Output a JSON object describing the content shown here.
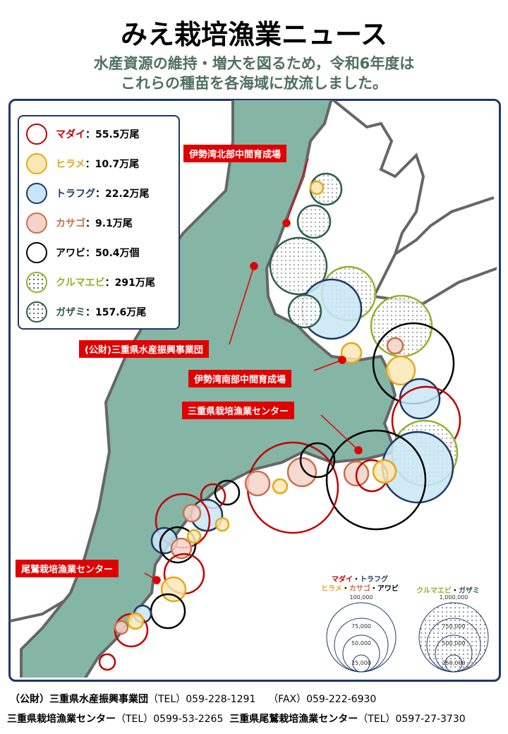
{
  "header": {
    "title": "みえ栽培漁業ニュース",
    "subtitle_line1": "水産資源の維持・増大を図るため，令和6年度は",
    "subtitle_line2": "これらの種苗を各海域に放流しました。"
  },
  "legend": [
    {
      "name": "マダイ",
      "value": "：55.5万尾",
      "color": "#c00000",
      "fill": "#ffffff"
    },
    {
      "name": "ヒラメ",
      "value": "：10.7万尾",
      "color": "#e6a817",
      "fill": "#f9e7b5"
    },
    {
      "name": "トラフグ",
      "value": "：22.2万尾",
      "color": "#1f3864",
      "fill": "#c9e6f7"
    },
    {
      "name": "カサゴ",
      "value": "：9.1万尾",
      "color": "#c9704c",
      "fill": "#f3d4c8"
    },
    {
      "name": "アワビ",
      "value": "：50.4万個",
      "color": "#000000",
      "fill": "#ffffff"
    },
    {
      "name": "クルマエビ",
      "value": "：291万尾",
      "color": "#8db32a",
      "fill": "dots"
    },
    {
      "name": "ガザミ",
      "value": "：157.6万尾",
      "color": "#2e5e4a",
      "fill": "dots"
    }
  ],
  "facilities": [
    "伊勢湾北部中間育成場",
    "(公財)三重県水産振興事業団",
    "伊勢湾南部中間育成場",
    "三重県栽培漁業センター",
    "尾鷲栽培漁業センター"
  ],
  "scale_fish": {
    "title1a": "マダイ",
    "dot": "・",
    "title1b": "トラフグ",
    "title2a": "ヒラメ",
    "title2b": "カサゴ",
    "title2c": "アワビ",
    "values": [
      "100,000",
      "75,000",
      "50,000",
      "25,000"
    ]
  },
  "scale_shrimp": {
    "title_a": "クルマエビ",
    "title_b": "ガザミ",
    "values": [
      "1,000,000",
      "750,000",
      "500,000",
      "250,000"
    ]
  },
  "footer": {
    "org1": "（公財）三重県水産振興事業団",
    "tel1": "（TEL）059-228-1291",
    "fax1": "（FAX）059-222-6930",
    "org2": "三重県栽培漁業センター",
    "tel2": "（TEL）0599-53-2265",
    "org3": "三重県尾鷲栽培漁業センター",
    "tel3": "（TEL）0597-27-3730"
  }
}
